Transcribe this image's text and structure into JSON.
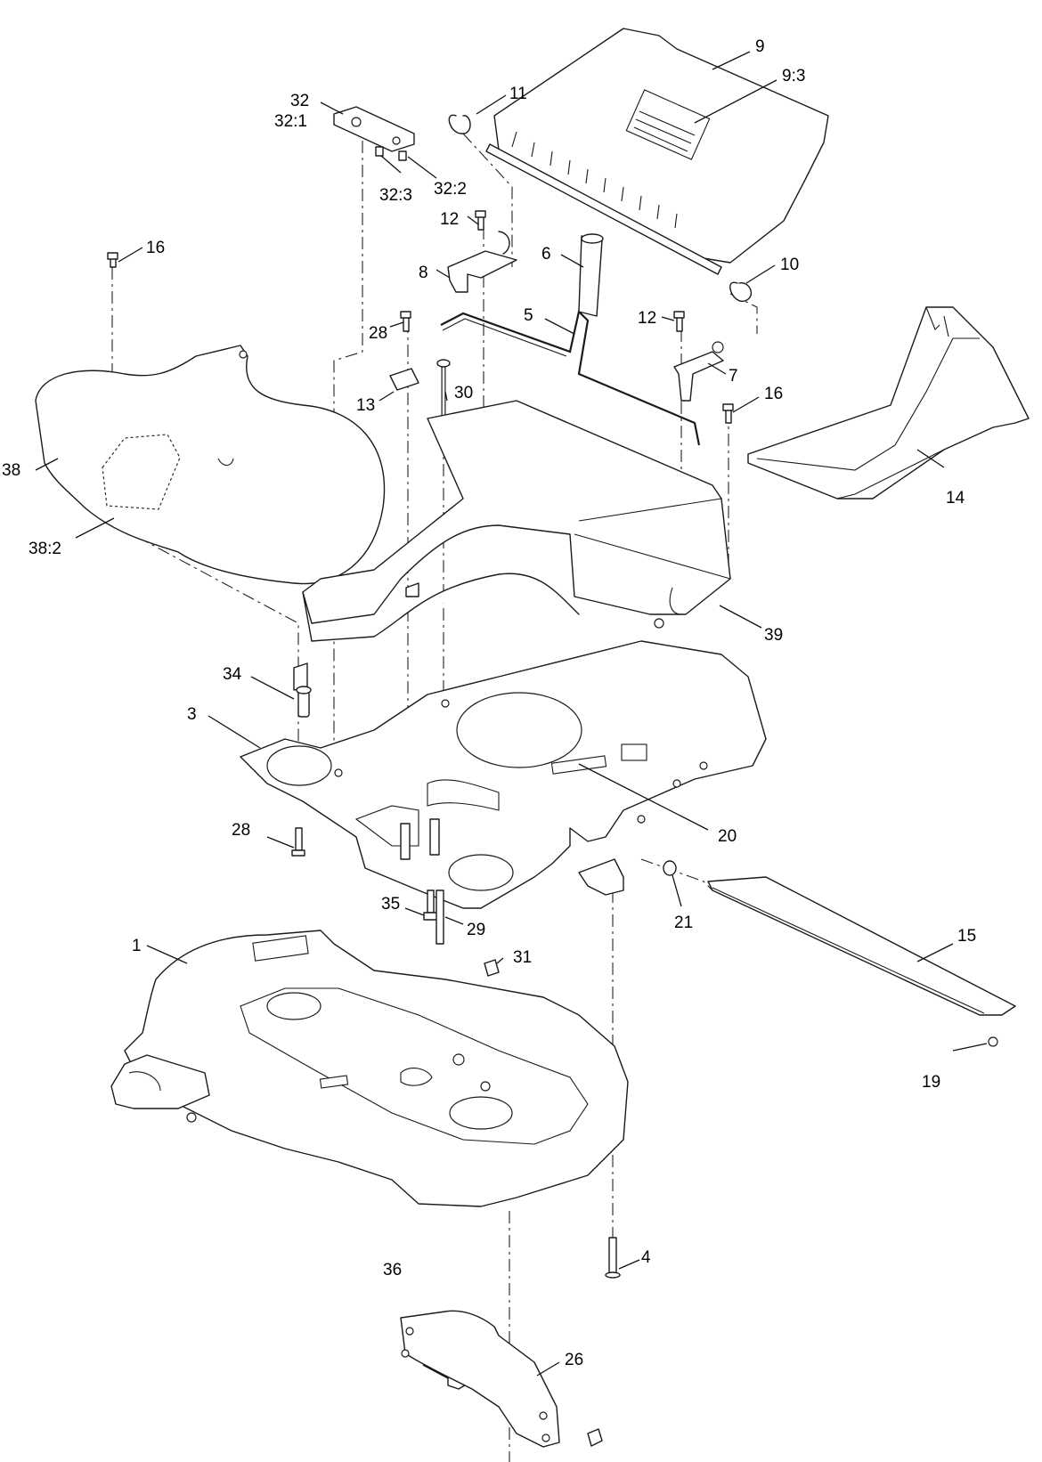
{
  "callouts": {
    "c1": "1",
    "c3": "3",
    "c4": "4",
    "c5": "5",
    "c6": "6",
    "c7": "7",
    "c8": "8",
    "c9": "9",
    "c9_3": "9:3",
    "c10": "10",
    "c11": "11",
    "c12a": "12",
    "c12b": "12",
    "c13": "13",
    "c14": "14",
    "c15": "15",
    "c16a": "16",
    "c16b": "16",
    "c19": "19",
    "c20": "20",
    "c21": "21",
    "c26": "26",
    "c28a": "28",
    "c28b": "28",
    "c29": "29",
    "c30": "30",
    "c31": "31",
    "c32": "32",
    "c32_1": "32:1",
    "c32_2": "32:2",
    "c32_3": "32:3",
    "c34": "34",
    "c35": "35",
    "c36": "36",
    "c38": "38",
    "c38_2": "38:2",
    "c39": "39"
  },
  "colors": {
    "line": "#1a1a1a",
    "background": "#ffffff"
  }
}
